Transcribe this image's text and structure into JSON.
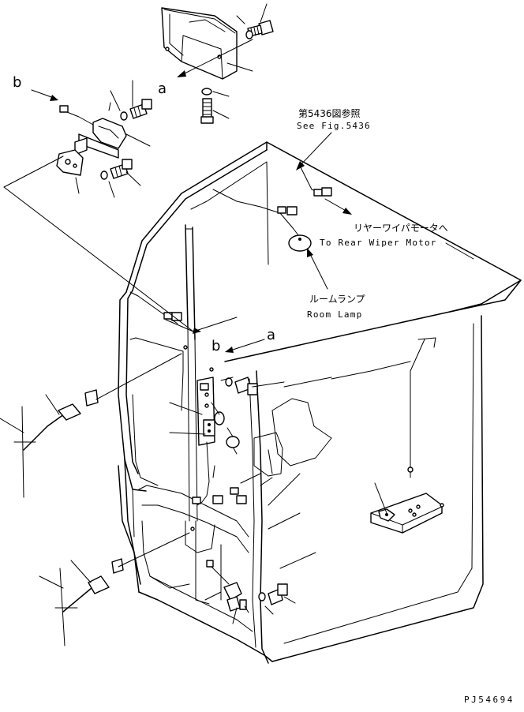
{
  "callouts": {
    "fig_ref_jp": "第5436図参照",
    "fig_ref_en": "See Fig.5436",
    "rear_wiper_jp": "リヤーワイパモータへ",
    "rear_wiper_en": "To Rear Wiper Motor",
    "room_lamp_jp": "ルームランプ",
    "room_lamp_en": "Room Lamp"
  },
  "markers": {
    "a": "a",
    "b": "b"
  },
  "drawing_code": "PJ54694"
}
